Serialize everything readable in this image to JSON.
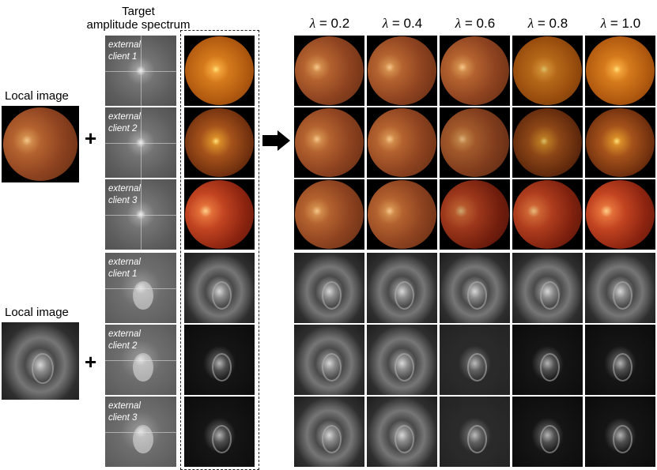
{
  "header": {
    "target_title_line1": "Target",
    "target_title_line2": "amplitude spectrum"
  },
  "left": {
    "local_label_top": "Local image",
    "local_label_bottom": "Local image",
    "plus": "+"
  },
  "spectra": [
    {
      "line1": "external",
      "line2": "client 1"
    },
    {
      "line1": "external",
      "line2": "client 2"
    },
    {
      "line1": "external",
      "line2": "client 3"
    },
    {
      "line1": "external",
      "line2": "client 1"
    },
    {
      "line1": "external",
      "line2": "client 2"
    },
    {
      "line1": "external",
      "line2": "client 3"
    }
  ],
  "lambda": {
    "symbol": "λ",
    "values": [
      "= 0.2",
      "= 0.4",
      "= 0.6",
      "= 0.8",
      "= 1.0"
    ]
  }
}
